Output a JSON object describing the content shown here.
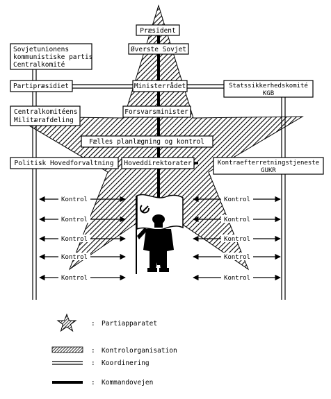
{
  "diagram": {
    "boxes": {
      "president": "Præsident",
      "supreme_soviet": "Øverste Sovjet",
      "cpsu_line1": "Sovjetunionens",
      "cpsu_line2": "kommunistiske partis",
      "cpsu_line3": "Centralkomité",
      "politburo": "Partipræsidiet",
      "council_of_ministers": "Ministerrådet",
      "kgb_line1": "Statssikkerhedskomité",
      "kgb_line2": "KGB",
      "military_dept_line1": "Centralkomitéens",
      "military_dept_line2": "Militærafdeling",
      "defence_minister": "Forsvarsminister",
      "joint_planning": "Fælles planlægning og kontrol",
      "main_political": "Politisk Hovedforvaltning",
      "main_directorates": "Hoveddirektorater",
      "counterintel_line1": "Kontraefterretningstjeneste",
      "counterintel_line2": "GUKR"
    },
    "control_label": "Kontrol",
    "legend": [
      {
        "key": "party_apparatus",
        "label": "Partiapparatet",
        "icon": "star-icon"
      },
      {
        "key": "control_org",
        "label": "Kontrolorganisation",
        "icon": "hatched-line-icon"
      },
      {
        "key": "coordination",
        "label": "Koordinering",
        "icon": "double-line-icon"
      },
      {
        "key": "command",
        "label": "Kommandovejen",
        "icon": "solid-line-icon"
      }
    ],
    "legend_separator": ":"
  }
}
